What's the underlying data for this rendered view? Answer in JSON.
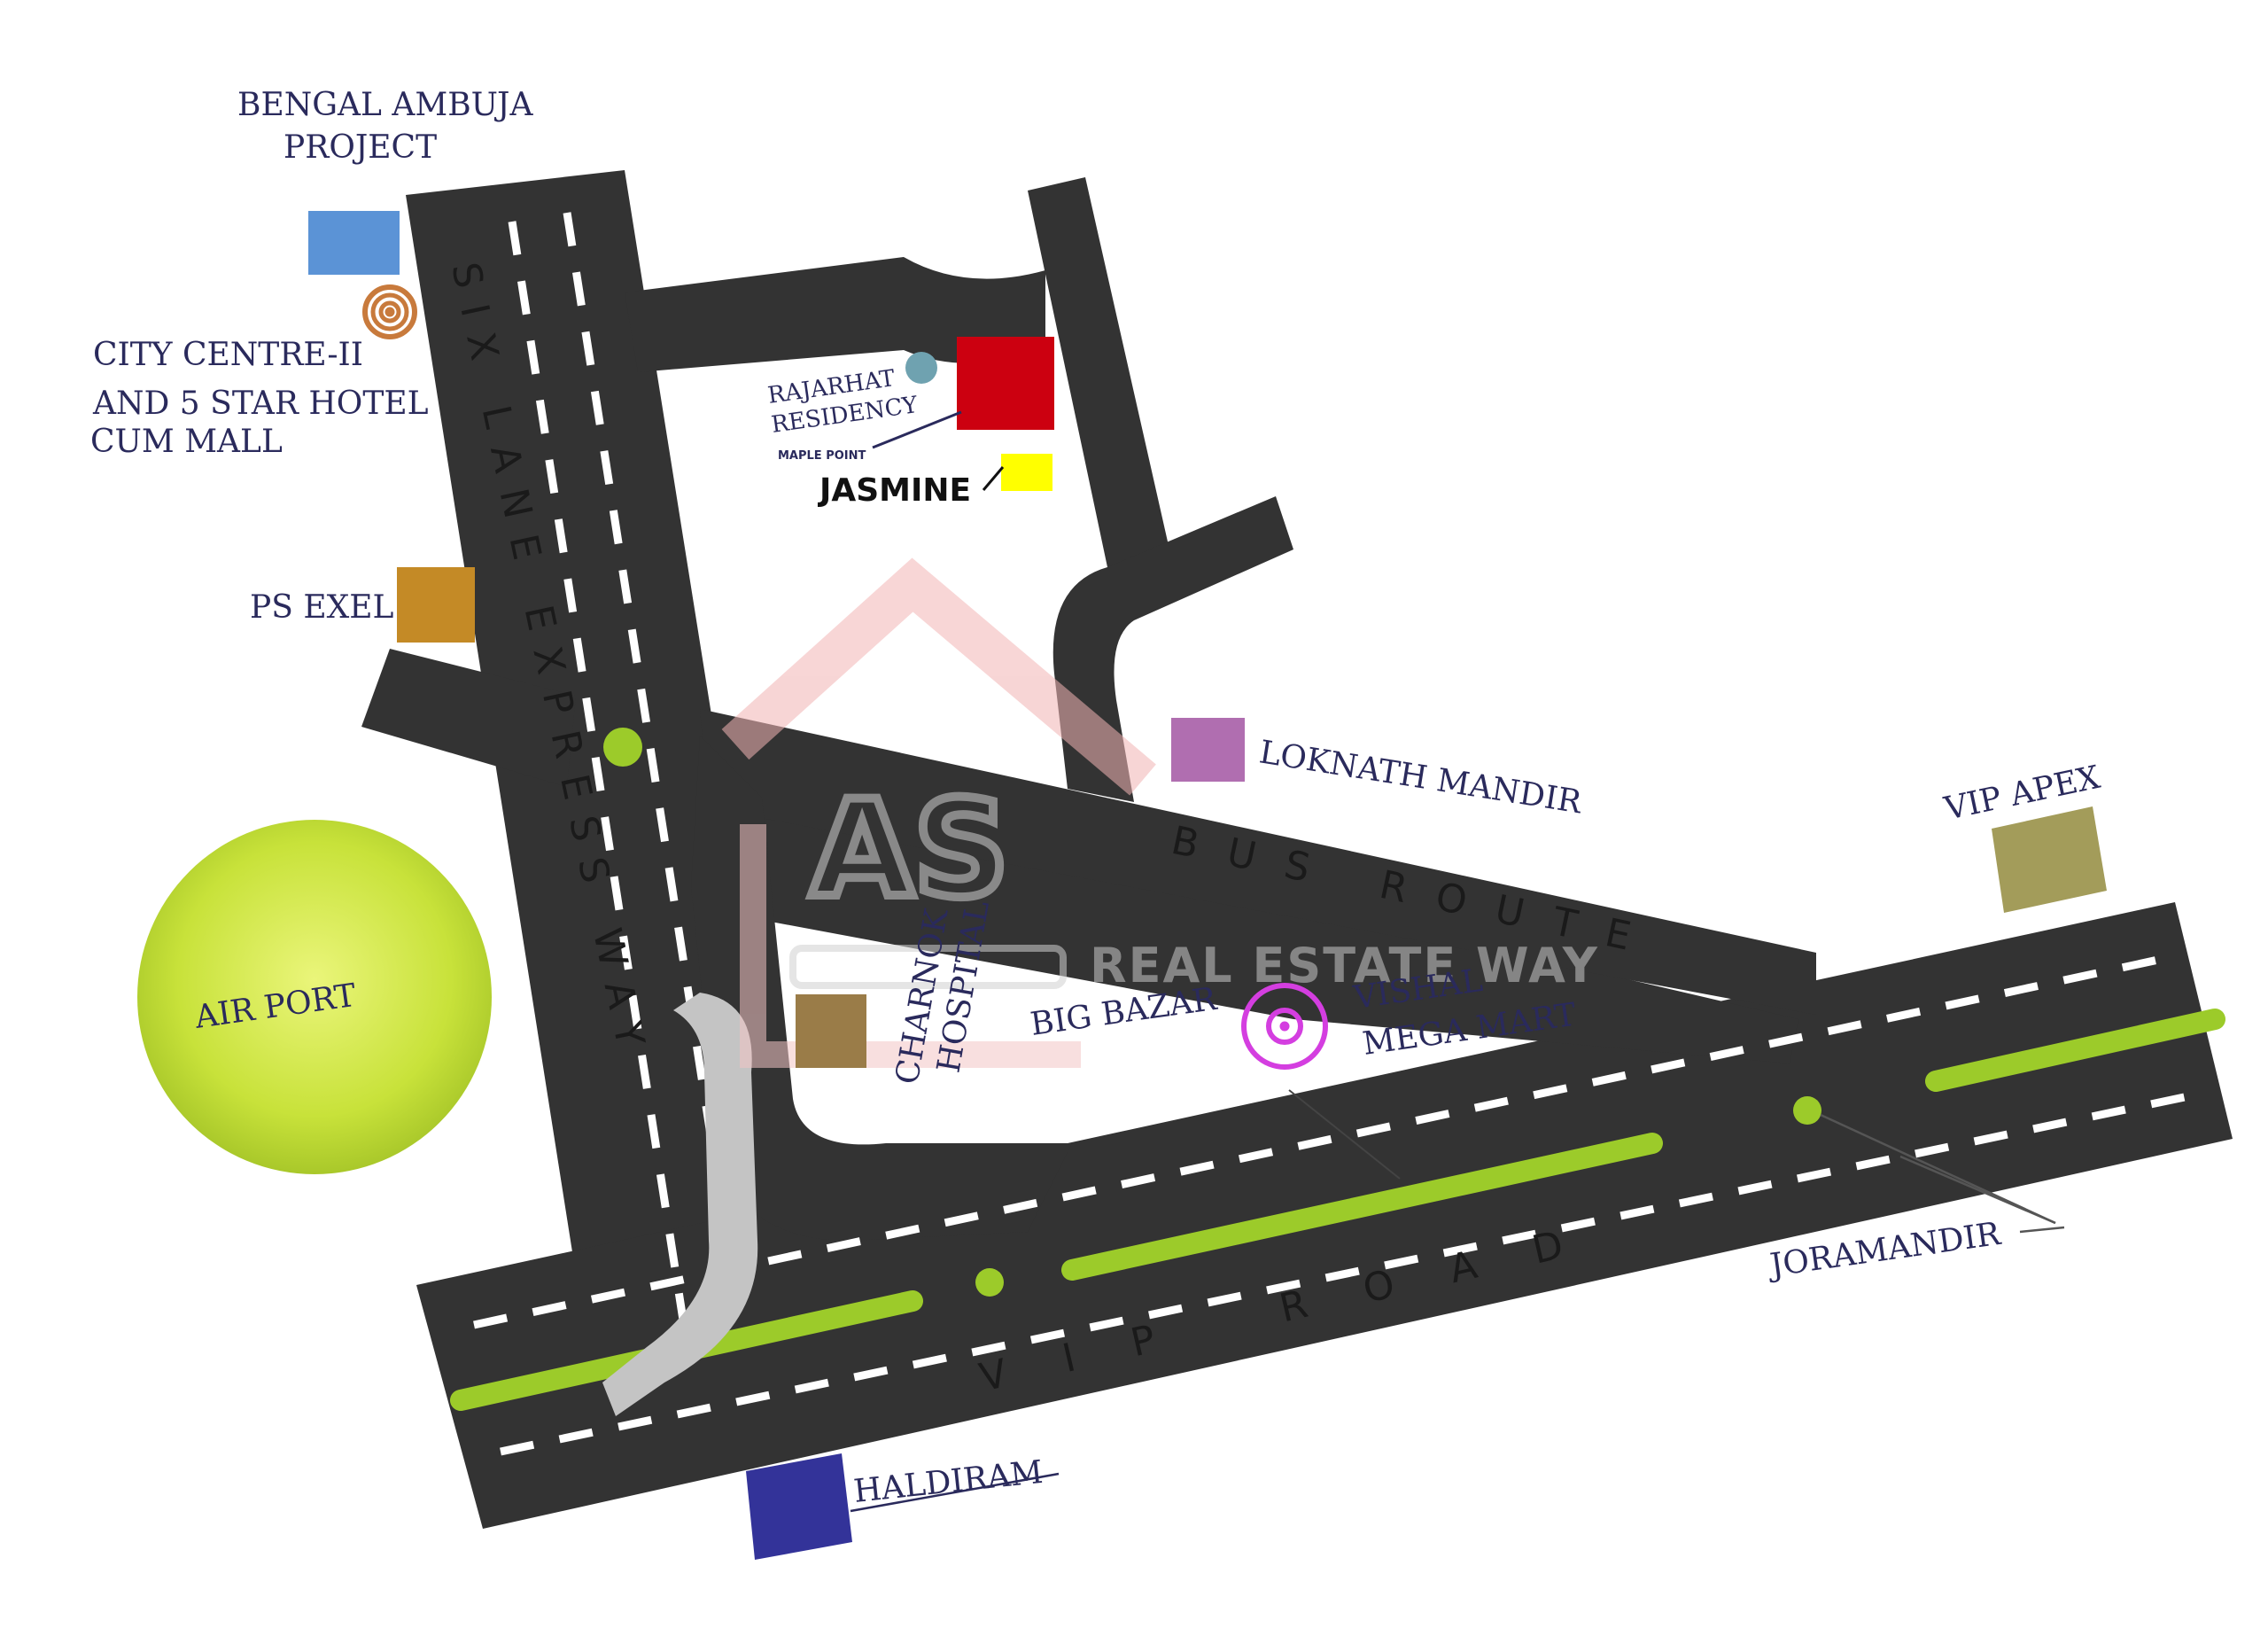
{
  "roads": {
    "expressway": "SIX LANE EXPRESS WAY",
    "bus_route": "BUS ROUTE",
    "vip_road": "VIP ROAD"
  },
  "landmarks": {
    "bengal_ambuja": {
      "line1": "BENGAL AMBUJA",
      "line2": "PROJECT",
      "color": "#5b93d6"
    },
    "city_centre": {
      "line1": "CITY CENTRE-II",
      "line2": "AND 5 STAR HOTEL",
      "line3": "CUM MALL",
      "icon": "spiral-icon",
      "color": "#c87a3c"
    },
    "rajarhat": {
      "line1": "RAJARHAT",
      "line2": "RESIDENCY",
      "line3": "MAPLE POINT",
      "color": "#cc0010",
      "dot_color": "#6fa2b0"
    },
    "jasmine": {
      "label": "JASMINE",
      "color": "#ffff00"
    },
    "ps_exel": {
      "label": "PS EXEL",
      "color": "#c48a26"
    },
    "loknath": {
      "label": "LOKNATH MANDIR",
      "color": "#b06eb0"
    },
    "vip_apex": {
      "label": "VIP APEX",
      "color": "#a39c5a"
    },
    "charnok": {
      "line1": "CHARNOK",
      "line2": "HOSPITAL",
      "color": "#9a7c48"
    },
    "big_bazar": {
      "label": "BIG BAZAR"
    },
    "vishal": {
      "line1": "VISHAL",
      "line2": "MEGA MART",
      "icon": "target-icon",
      "color": "#d43ee0"
    },
    "joramandir": {
      "label": "JORAMANDIR"
    },
    "haldiram": {
      "label": "HALDIRAM",
      "color": "#333399"
    },
    "airport": {
      "label": "AIR PORT",
      "color": "#c8e23a"
    }
  },
  "watermark": {
    "logo": "AS",
    "text": "REAL ESTATE WAY"
  },
  "colors": {
    "road": "#333333",
    "green": "#9ccb2a",
    "flyover": "#c4c4c4"
  }
}
